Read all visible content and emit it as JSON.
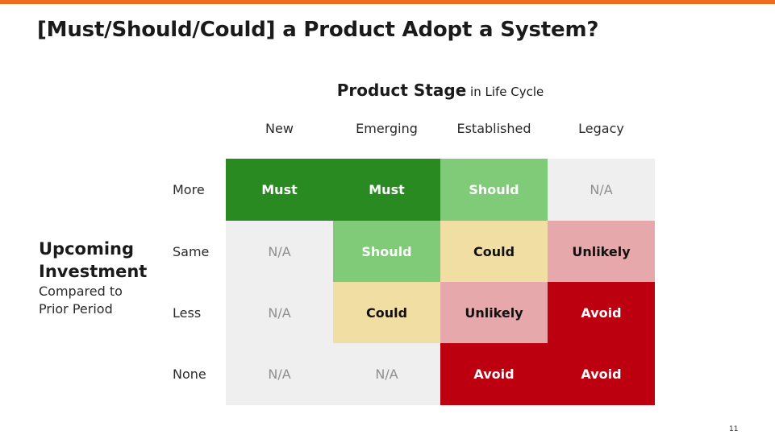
{
  "slide": {
    "title": "[Must/Should/Could] a Product Adopt a System?",
    "page_number": "11",
    "accent_color": "#ef6c1f"
  },
  "matrix": {
    "x_axis": {
      "label": "Product Stage",
      "sublabel": " in Life Cycle"
    },
    "y_axis": {
      "label": "Upcoming Investment",
      "sublabel": "Compared to Prior Period"
    },
    "columns": [
      "New",
      "Emerging",
      "Established",
      "Legacy"
    ],
    "rows": [
      {
        "label": "More",
        "cells": [
          "Must",
          "Must",
          "Should",
          "N/A"
        ]
      },
      {
        "label": "Same",
        "cells": [
          "N/A",
          "Should",
          "Could",
          "Unlikely"
        ]
      },
      {
        "label": "Less",
        "cells": [
          "N/A",
          "Could",
          "Unlikely",
          "Avoid"
        ]
      },
      {
        "label": "None",
        "cells": [
          "N/A",
          "N/A",
          "Avoid",
          "Avoid"
        ]
      }
    ],
    "legend_colors": {
      "Must": "#2a8a22",
      "Should": "#7fcb77",
      "Could": "#f1dea3",
      "Unlikely": "#e7a8ac",
      "Avoid": "#bd0010",
      "N/A": "#efefef"
    }
  }
}
